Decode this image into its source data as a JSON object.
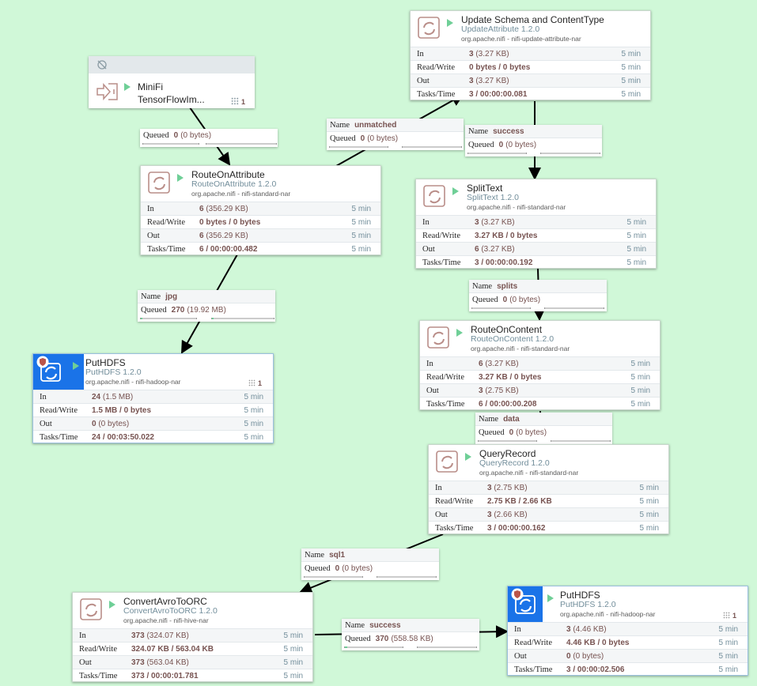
{
  "canvas": {
    "background": "#d0f8d8"
  },
  "remote_port": {
    "name_line1": "MiniFi",
    "name_line2": "TensorFlowIm...",
    "count": "1",
    "status_icon": "transmission-disabled-icon",
    "port_icon": "input-port-icon"
  },
  "processors": {
    "update_schema": {
      "name": "Update Schema and ContentType",
      "type": "UpdateAttribute 1.2.0",
      "bundle": "org.apache.nifi - nifi-update-attribute-nar",
      "in_count": "3",
      "in_size": "(3.27 KB)",
      "read_write": "0 bytes / 0 bytes",
      "out_count": "3",
      "out_size": "(3.27 KB)",
      "tasks_time": "3 / 00:00:00.081",
      "window": "5 min"
    },
    "route_on_attribute": {
      "name": "RouteOnAttribute",
      "type": "RouteOnAttribute 1.2.0",
      "bundle": "org.apache.nifi - nifi-standard-nar",
      "in_count": "6",
      "in_size": "(356.29 KB)",
      "read_write": "0 bytes / 0 bytes",
      "out_count": "6",
      "out_size": "(356.29 KB)",
      "tasks_time": "6 / 00:00:00.482",
      "window": "5 min"
    },
    "split_text": {
      "name": "SplitText",
      "type": "SplitText 1.2.0",
      "bundle": "org.apache.nifi - nifi-standard-nar",
      "in_count": "3",
      "in_size": "(3.27 KB)",
      "read_write": "3.27 KB / 0 bytes",
      "out_count": "6",
      "out_size": "(3.27 KB)",
      "tasks_time": "3 / 00:00:00.192",
      "window": "5 min"
    },
    "puthdfs_1": {
      "name": "PutHDFS",
      "type": "PutHDFS 1.2.0",
      "bundle": "org.apache.nifi - nifi-hadoop-nar",
      "badge": "1",
      "in_count": "24",
      "in_size": "(1.5 MB)",
      "read_write": "1.5 MB / 0 bytes",
      "out_count": "0",
      "out_size": "(0 bytes)",
      "tasks_time": "24 / 00:03:50.022",
      "window": "5 min"
    },
    "route_on_content": {
      "name": "RouteOnContent",
      "type": "RouteOnContent 1.2.0",
      "bundle": "org.apache.nifi - nifi-standard-nar",
      "in_count": "6",
      "in_size": "(3.27 KB)",
      "read_write": "3.27 KB / 0 bytes",
      "out_count": "3",
      "out_size": "(2.75 KB)",
      "tasks_time": "6 / 00:00:00.208",
      "window": "5 min"
    },
    "query_record": {
      "name": "QueryRecord",
      "type": "QueryRecord 1.2.0",
      "bundle": "org.apache.nifi - nifi-standard-nar",
      "in_count": "3",
      "in_size": "(2.75 KB)",
      "read_write": "2.75 KB / 2.66 KB",
      "out_count": "3",
      "out_size": "(2.66 KB)",
      "tasks_time": "3 / 00:00:00.162",
      "window": "5 min"
    },
    "convert_avro": {
      "name": "ConvertAvroToORC",
      "type": "ConvertAvroToORC 1.2.0",
      "bundle": "org.apache.nifi - nifi-hive-nar",
      "in_count": "373",
      "in_size": "(324.07 KB)",
      "read_write": "324.07 KB / 563.04 KB",
      "out_count": "373",
      "out_size": "(563.04 KB)",
      "tasks_time": "373 / 00:00:01.781",
      "window": "5 min"
    },
    "puthdfs_2": {
      "name": "PutHDFS",
      "type": "PutHDFS 1.2.0",
      "bundle": "org.apache.nifi - nifi-hadoop-nar",
      "badge": "1",
      "in_count": "3",
      "in_size": "(4.46 KB)",
      "read_write": "4.46 KB / 0 bytes",
      "out_count": "0",
      "out_size": "(0 bytes)",
      "tasks_time": "3 / 00:00:02.506",
      "window": "5 min"
    }
  },
  "labels": {
    "in": "In",
    "read_write": "Read/Write",
    "out": "Out",
    "tasks_time": "Tasks/Time",
    "name": "Name",
    "queued": "Queued"
  },
  "connections": {
    "minifi_to_roa": {
      "queued_count": "0",
      "queued_size": "(0 bytes)"
    },
    "unmatched": {
      "name": "unmatched",
      "queued_count": "0",
      "queued_size": "(0 bytes)"
    },
    "success_top": {
      "name": "success",
      "queued_count": "0",
      "queued_size": "(0 bytes)"
    },
    "jpg": {
      "name": "jpg",
      "queued_count": "270",
      "queued_size": "(19.92 MB)"
    },
    "splits": {
      "name": "splits",
      "queued_count": "0",
      "queued_size": "(0 bytes)"
    },
    "data": {
      "name": "data",
      "queued_count": "0",
      "queued_size": "(0 bytes)"
    },
    "sql1": {
      "name": "sql1",
      "queued_count": "0",
      "queued_size": "(0 bytes)"
    },
    "success_bottom": {
      "name": "success",
      "queued_count": "370",
      "queued_size": "(558.58 KB)"
    }
  },
  "colors": {
    "value_text": "#775351",
    "type_text": "#728e9b",
    "run_icon": "#6fcf97",
    "selected_icon_bg": "#1a73e8"
  }
}
